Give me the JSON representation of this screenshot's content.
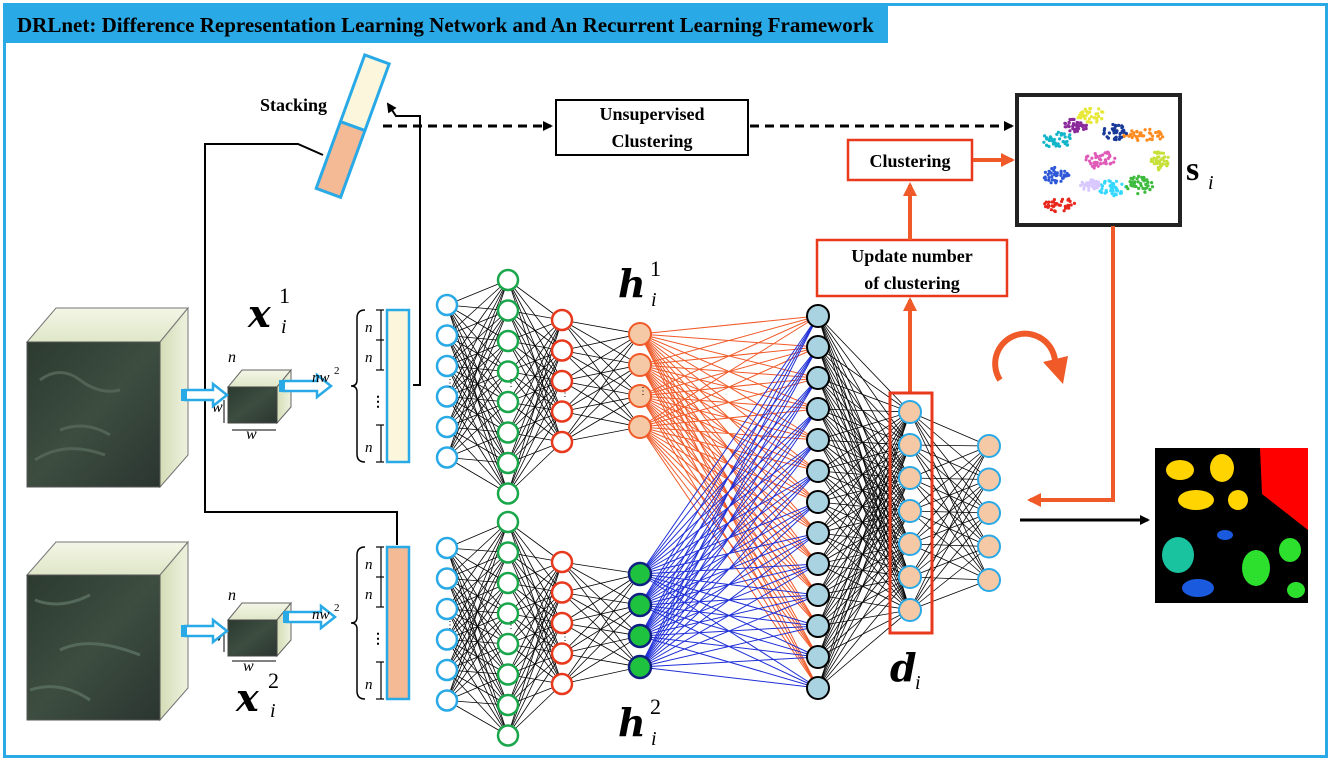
{
  "title": "DRLnet: Difference Representation Learning Network and An Recurrent Learning Framework",
  "labels": {
    "stacking": "Stacking",
    "unsupervised_clustering_line1": "Unsupervised",
    "unsupervised_clustering_line2": "Clustering",
    "clustering": "Clustering",
    "update_line1": "Update number",
    "update_line2": "of clustering"
  },
  "math": {
    "x1_base": "x",
    "x1_sup": "1",
    "x1_sub": "i",
    "x2_base": "x",
    "x2_sup": "2",
    "x2_sub": "i",
    "h1_base": "h",
    "h1_sup": "1",
    "h1_sub": "i",
    "h2_base": "h",
    "h2_sup": "2",
    "h2_sub": "i",
    "d_base": "d",
    "d_sub": "i",
    "s_base": "s",
    "s_sub": "i",
    "n": "n",
    "w": "w",
    "nw": "nw",
    "sq": "2",
    "vdots": "⋮"
  },
  "colors": {
    "accent_blue": "#29a9e6",
    "red": "#e8391d",
    "orange_line": "#f05a28",
    "blue_line": "#1f2fd6",
    "green": "#1aa64a",
    "peach": "#f6c9a6",
    "light_blue_node": "#a9d3e0",
    "beige": "#fbf6dc",
    "salmon": "#f4b995"
  },
  "icons": [
    "recurrent-arrow-icon",
    "right-hollow-arrow-icon"
  ]
}
